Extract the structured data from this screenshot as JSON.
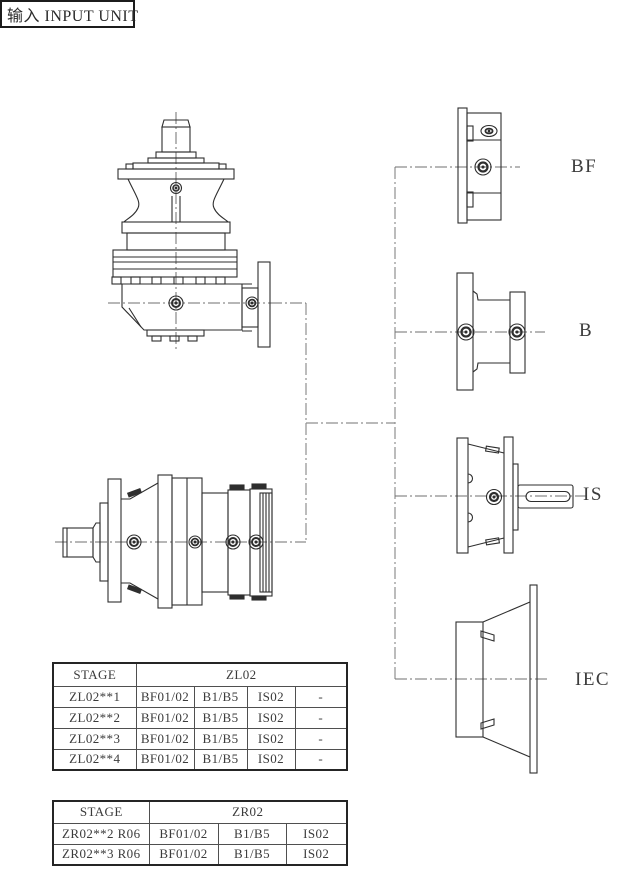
{
  "page": {
    "title": "输入 INPUT UNIT"
  },
  "input_options": [
    {
      "label": "BF"
    },
    {
      "label": "B"
    },
    {
      "label": "IS"
    },
    {
      "label": "IEC"
    }
  ],
  "tables": [
    {
      "stage_header": "STAGE",
      "group_header": "ZL02",
      "rows": [
        [
          "ZL02**1",
          "BF01/02",
          "B1/B5",
          "IS02",
          "-"
        ],
        [
          "ZL02**2",
          "BF01/02",
          "B1/B5",
          "IS02",
          "-"
        ],
        [
          "ZL02**3",
          "BF01/02",
          "B1/B5",
          "IS02",
          "-"
        ],
        [
          "ZL02**4",
          "BF01/02",
          "B1/B5",
          "IS02",
          "-"
        ]
      ]
    },
    {
      "stage_header": "STAGE",
      "group_header": "ZR02",
      "rows": [
        [
          "ZR02**2 R06",
          "BF01/02",
          "B1/B5",
          "IS02"
        ],
        [
          "ZR02**3 R06",
          "BF01/02",
          "B1/B5",
          "IS02"
        ]
      ]
    }
  ],
  "colors": {
    "line": "#2e2e2e",
    "centerline": "#4a4a4a",
    "connector": "#8f8f8f",
    "background": "#ffffff"
  }
}
